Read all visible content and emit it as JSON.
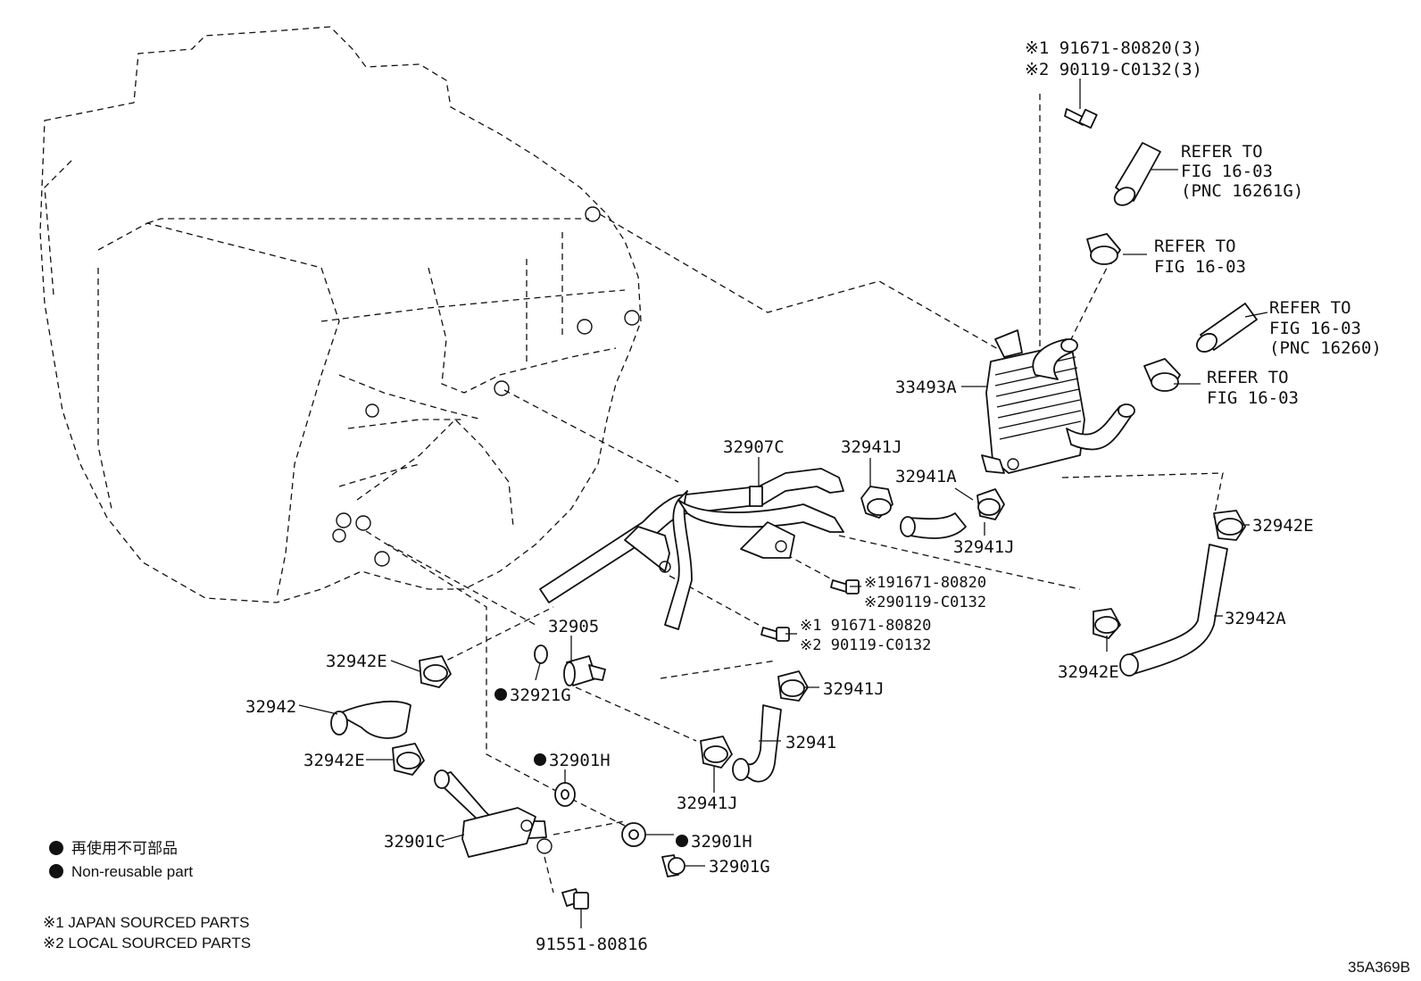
{
  "diagram_id": "35A369B",
  "callouts": {
    "bolt_top_1": "※1 91671-80820(3)",
    "bolt_top_2": "※2 90119-C0132(3)",
    "refer1_a": "REFER TO",
    "refer1_b": "FIG 16-03",
    "refer1_c": "(PNC 16261G)",
    "refer2_a": "REFER TO",
    "refer2_b": "FIG 16-03",
    "refer3_a": "REFER TO",
    "refer3_b": "FIG 16-03",
    "refer3_c": "(PNC 16260)",
    "refer4_a": "REFER TO",
    "refer4_b": "FIG 16-03",
    "p33493A": "33493A",
    "p32907C": "32907C",
    "p32941J_a": "32941J",
    "p32941A": "32941A",
    "p32941J_b": "32941J",
    "p32942E_a": "32942E",
    "bolt_mid_1": "※191671-80820",
    "bolt_mid_2": "※290119-C0132",
    "bolt_low_1": "※1 91671-80820",
    "bolt_low_2": "※2 90119-C0132",
    "p32942A": "32942A",
    "p32942E_b": "32942E",
    "p32905": "32905",
    "p32942E_c": "32942E",
    "p32921G": "32921G",
    "p32941J_c": "32941J",
    "p32942": "32942",
    "p32941": "32941",
    "p32942E_d": "32942E",
    "p32901H_a": "32901H",
    "p32941J_d": "32941J",
    "p32901C": "32901C",
    "p32901H_b": "32901H",
    "p32901G": "32901G",
    "p91551": "91551-80816"
  },
  "legend": {
    "jp": "再使用不可部品",
    "en": "Non-reusable part",
    "note1": "※1 JAPAN SOURCED PARTS",
    "note2": "※2 LOCAL SOURCED PARTS"
  }
}
